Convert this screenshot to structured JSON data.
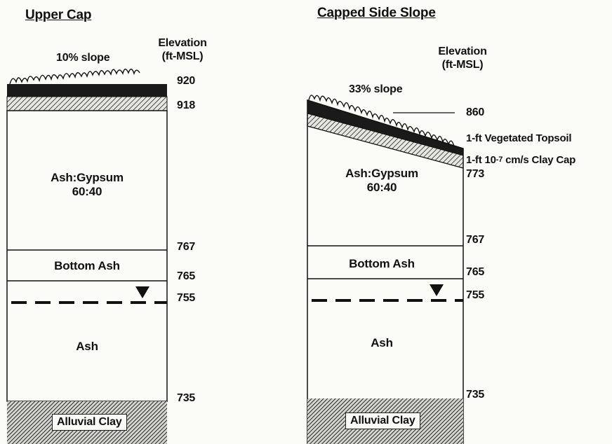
{
  "left": {
    "title": "Upper Cap",
    "elevation_header_line1": "Elevation",
    "elevation_header_line2": "(ft-MSL)",
    "slope": "10% slope",
    "elevations": {
      "top": "920",
      "cap": "918",
      "bottom_ash_top": "767",
      "bottom_ash_bottom": "765",
      "water": "755",
      "clay": "735"
    },
    "layers": {
      "ash_gypsum_line1": "Ash:Gypsum",
      "ash_gypsum_line2": "60:40",
      "bottom_ash": "Bottom Ash",
      "ash": "Ash",
      "alluvial_clay": "Alluvial Clay"
    }
  },
  "right": {
    "title": "Capped Side Slope",
    "elevation_header_line1": "Elevation",
    "elevation_header_line2": "(ft-MSL)",
    "slope": "33% slope",
    "elevations": {
      "top": "860",
      "ash_gypsum_bottom": "773",
      "bottom_ash_top": "767",
      "bottom_ash_bottom": "765",
      "water": "755",
      "clay": "735"
    },
    "annotations": {
      "topsoil": "1-ft  Vegetated Topsoil",
      "claycap_prefix": "1-ft  10",
      "claycap_exp": "-7",
      "claycap_suffix": " cm/s Clay Cap"
    },
    "layers": {
      "ash_gypsum_line1": "Ash:Gypsum",
      "ash_gypsum_line2": "60:40",
      "bottom_ash": "Bottom Ash",
      "ash": "Ash",
      "alluvial_clay": "Alluvial Clay"
    }
  },
  "colors": {
    "ink": "#111111",
    "topsoil": "#1a1a1a",
    "background": "#fbfbf8"
  }
}
